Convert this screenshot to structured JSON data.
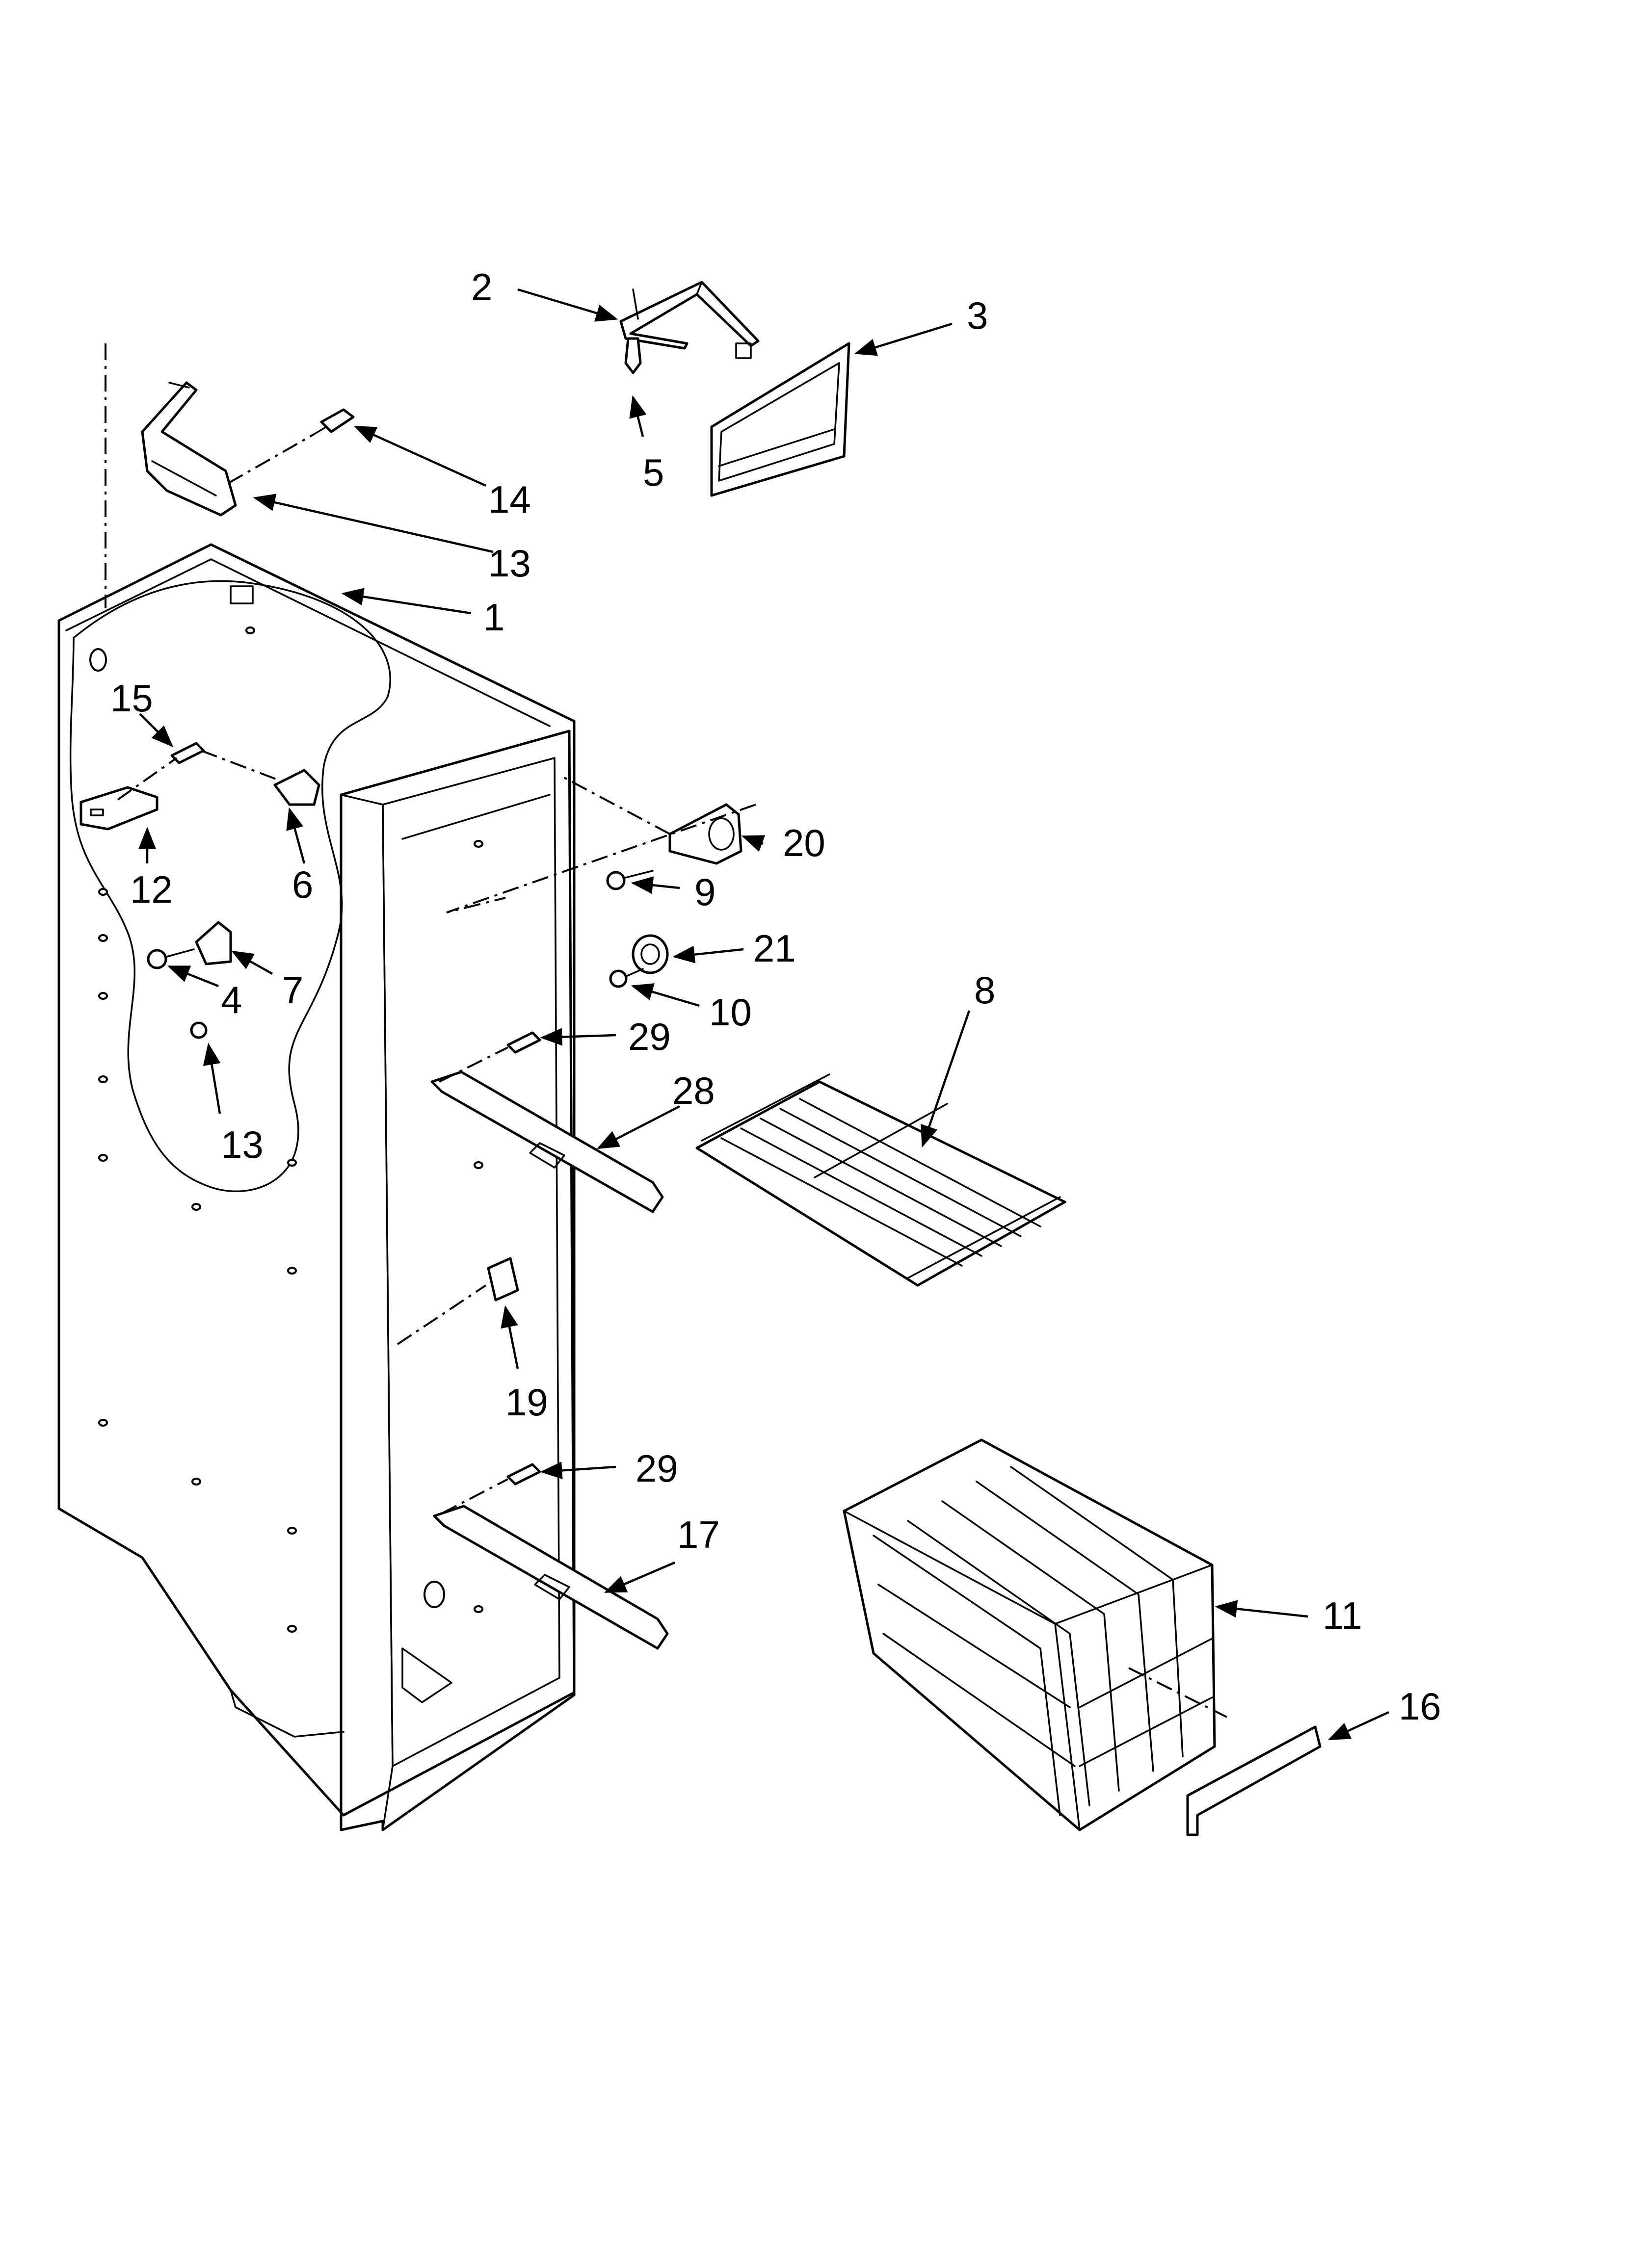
{
  "callouts": [
    "1",
    "2",
    "3",
    "4",
    "5",
    "6",
    "7",
    "8",
    "9",
    "10",
    "11",
    "12",
    "13",
    "14",
    "15",
    "15",
    "16",
    "17",
    "19",
    "20",
    "21",
    "28",
    "29",
    "29"
  ]
}
